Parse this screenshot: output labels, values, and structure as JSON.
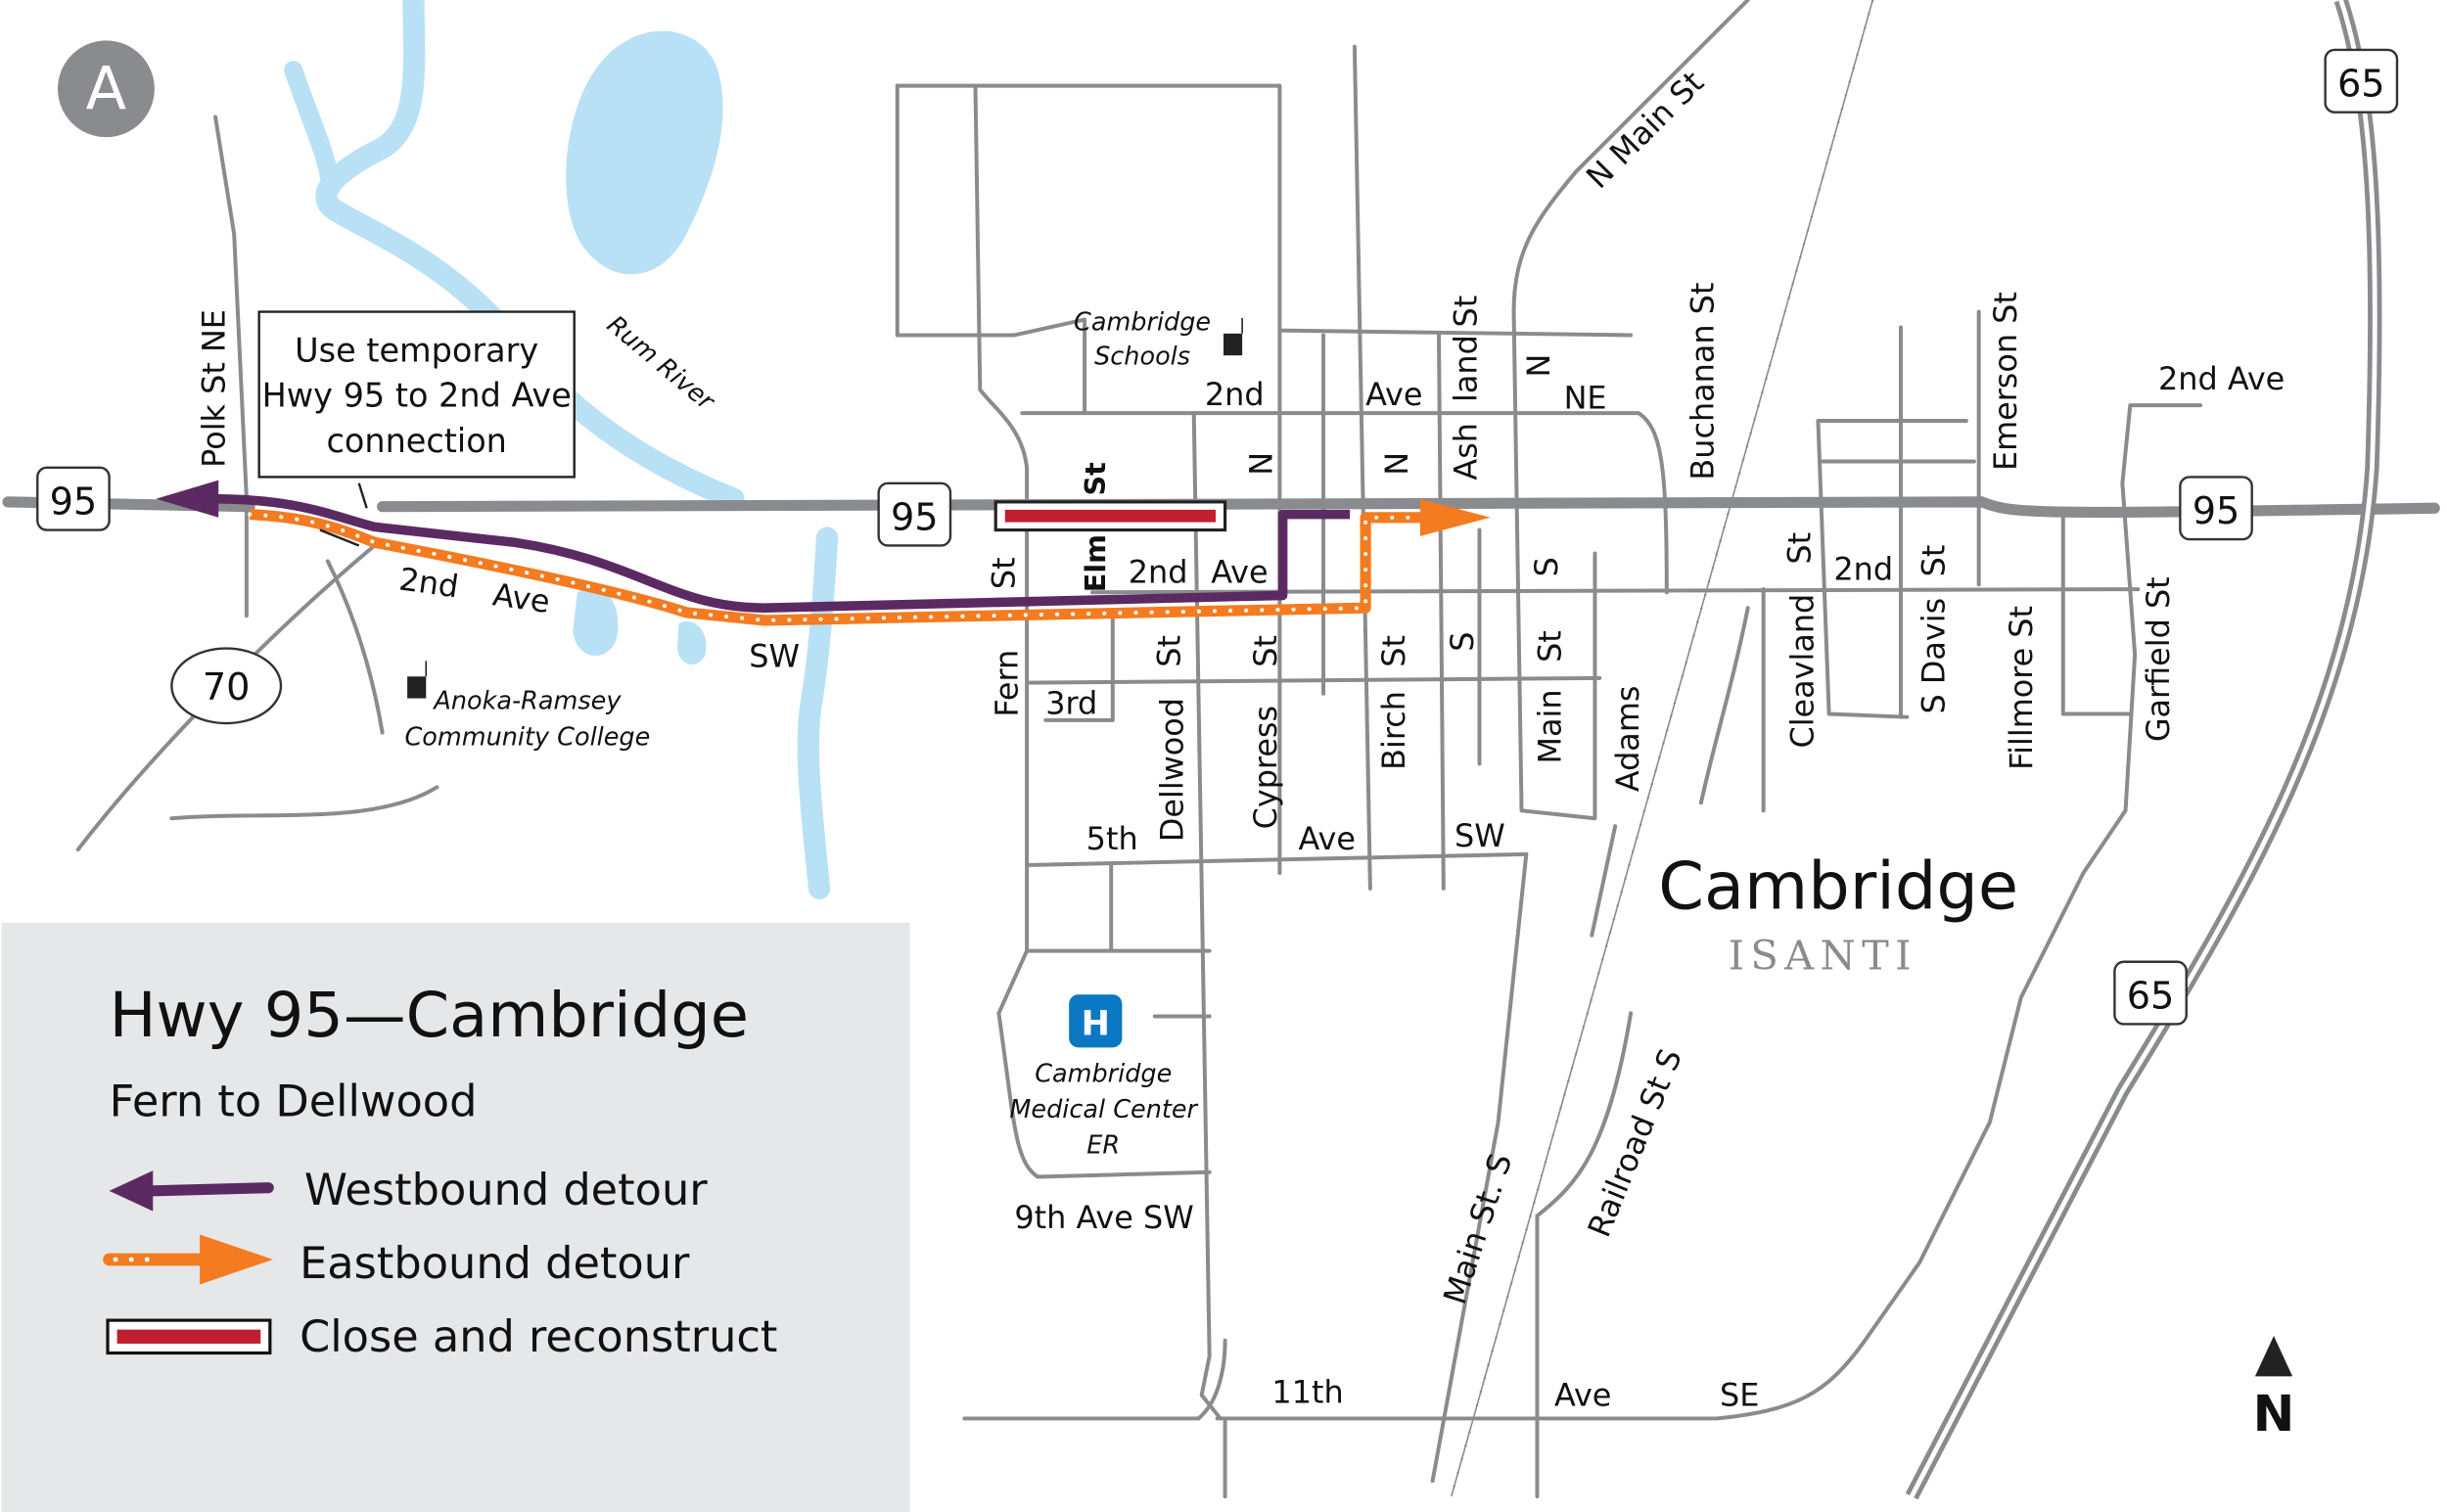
{
  "map_badge": "A",
  "colors": {
    "westbound": "#5c2a62",
    "eastbound": "#f47b20",
    "closure": "#c01f2f",
    "road": "#8a8b8e",
    "water": "#b9e1f6",
    "legend_bg": "#e6e7e9"
  },
  "shields": {
    "hwy95_west": "95",
    "hwy95_mid": "95",
    "hwy95_east": "95",
    "hwy70": "70",
    "hwy65_north": "65",
    "hwy65_south": "65"
  },
  "callout": {
    "line1": "Use temporary",
    "line2": "Hwy 95 to 2nd Ave",
    "line3": "connection"
  },
  "water_labels": {
    "rum_river": "Rum River"
  },
  "places": {
    "schools_1": "Cambridge",
    "schools_2": "Schools",
    "college_1": "Anoka-Ramsey",
    "college_2": "Community College",
    "hospital_icon": "H",
    "hospital_1": "Cambridge",
    "hospital_2": "Medical Center",
    "hospital_3": "ER",
    "city": "Cambridge",
    "county": "ISANTI"
  },
  "streets": {
    "polk": "Polk St NE",
    "n_main": "N Main St",
    "buchanan": "Buchanan St",
    "emerson": "Emerson St",
    "second_ave_ne_a": "2nd",
    "second_ave_ne_b": "Ave",
    "ash_a": "Ash",
    "ash_b": "land",
    "ash_c": "St",
    "n1": "N",
    "n2": "N",
    "n3": "N",
    "ne": "NE",
    "second_ave_e": "2nd  Ave",
    "second_sw_a": "2nd",
    "second_sw_b": "Ave",
    "second_sw_c": "SW",
    "fern": "Fern",
    "fern_st": "St",
    "elm": "Elm",
    "elm_st": "St",
    "second_mid": "2nd",
    "ave_mid": "Ave",
    "third": "3rd",
    "dellwood": "Dellwood",
    "dellwood_st": "St",
    "cypress": "Cypress",
    "cypress_st": "St",
    "birch": "Birch",
    "birch_st": "St",
    "s1": "S",
    "main": "Main",
    "main_st": "St",
    "s2": "S",
    "adams": "Adams",
    "fifth": "5th",
    "fifth_ave": "Ave",
    "fifth_sw": "SW",
    "cleavland": "Cleavland",
    "cleav_st": "St",
    "second_e": "2nd",
    "s_davis": "S Davis",
    "davis_st": "St",
    "fillmore": "Fillmore St",
    "garfield": "Garfield St",
    "ninth": "9th Ave SW",
    "main_st_s": "Main St. S",
    "railroad": "Railroad St S",
    "eleventh": "11th",
    "eleventh_ave": "Ave",
    "eleventh_se": "SE"
  },
  "legend": {
    "title": "Hwy 95—Cambridge",
    "subtitle": "Fern to Dellwood",
    "items": [
      {
        "label": "Westbound detour"
      },
      {
        "label": "Eastbound detour"
      },
      {
        "label": "Close and reconstruct"
      }
    ]
  },
  "north_arrow": "N"
}
